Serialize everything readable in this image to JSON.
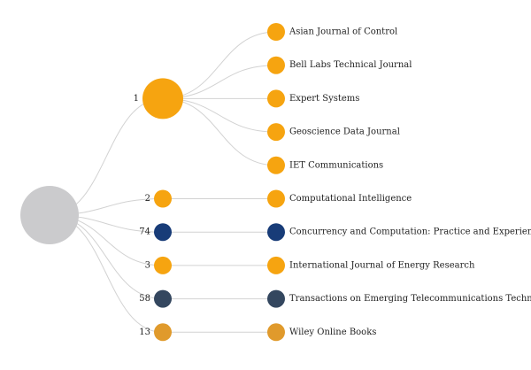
{
  "colors": {
    "root": "#cbcbcd",
    "orange": "#f6a410",
    "navy": "#183c78",
    "slate": "#34475f",
    "gold": "#e09a2c",
    "link": "#d2d2d2"
  },
  "tree": {
    "root": {
      "label": "",
      "color": "root"
    },
    "branches": [
      {
        "label": "1",
        "color": "orange",
        "size": "large",
        "leaves": [
          {
            "label": "Asian Journal of Control",
            "color": "orange"
          },
          {
            "label": "Bell Labs Technical Journal",
            "color": "orange"
          },
          {
            "label": "Expert Systems",
            "color": "orange"
          },
          {
            "label": "Geoscience Data Journal",
            "color": "orange"
          },
          {
            "label": "IET Communications",
            "color": "orange"
          }
        ]
      },
      {
        "label": "2",
        "color": "orange",
        "size": "small",
        "leaves": [
          {
            "label": "Computational Intelligence",
            "color": "orange"
          }
        ]
      },
      {
        "label": "74",
        "color": "navy",
        "size": "small",
        "leaves": [
          {
            "label": "Concurrency and Computation: Practice and Experience",
            "color": "navy"
          }
        ]
      },
      {
        "label": "3",
        "color": "orange",
        "size": "small",
        "leaves": [
          {
            "label": "International Journal of Energy Research",
            "color": "orange"
          }
        ]
      },
      {
        "label": "58",
        "color": "slate",
        "size": "small",
        "leaves": [
          {
            "label": "Transactions on Emerging Telecommunications Technologies",
            "color": "slate"
          }
        ]
      },
      {
        "label": "13",
        "color": "gold",
        "size": "small",
        "leaves": [
          {
            "label": "Wiley Online Books",
            "color": "gold"
          }
        ]
      }
    ]
  }
}
